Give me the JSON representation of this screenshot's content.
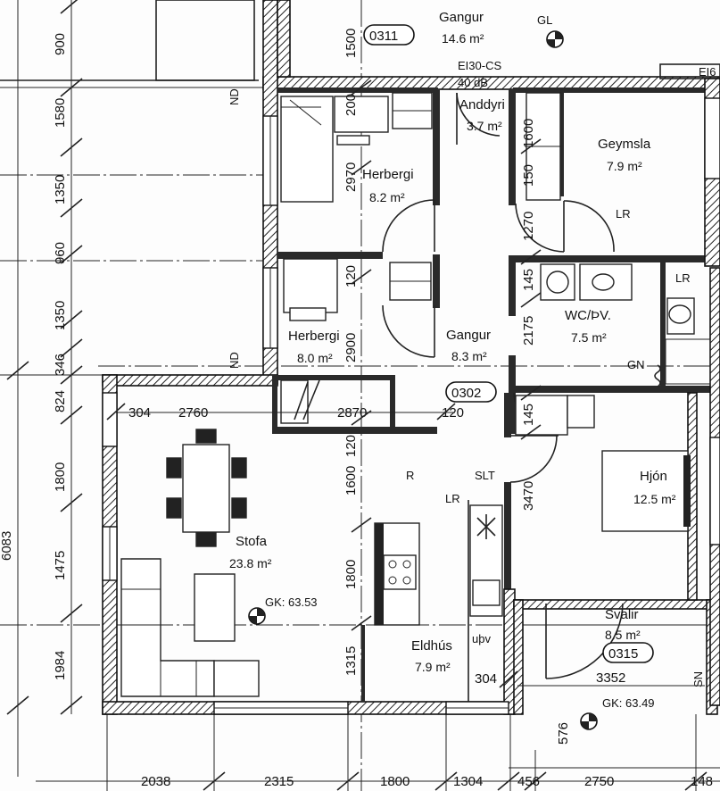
{
  "rooms": [
    {
      "id": "gangur-top",
      "name": "Gangur",
      "area": "14.6 m²"
    },
    {
      "id": "anddyri",
      "name": "Anddyri",
      "area": "3.7 m²"
    },
    {
      "id": "geymsla",
      "name": "Geymsla",
      "area": "7.9 m²"
    },
    {
      "id": "herbergi-1",
      "name": "Herbergi",
      "area": "8.2 m²"
    },
    {
      "id": "herbergi-2",
      "name": "Herbergi",
      "area": "8.0 m²"
    },
    {
      "id": "gangur",
      "name": "Gangur",
      "area": "8.3 m²"
    },
    {
      "id": "wc",
      "name": "WC/ÞV.",
      "area": "7.5 m²"
    },
    {
      "id": "hjon",
      "name": "Hjón",
      "area": "12.5 m²"
    },
    {
      "id": "stofa",
      "name": "Stofa",
      "area": "23.8 m²"
    },
    {
      "id": "eldhus",
      "name": "Eldhús",
      "area": "7.9 m²"
    },
    {
      "id": "svalir",
      "name": "Svalir",
      "area": "8.5 m²"
    }
  ],
  "unit_tags": [
    "0311",
    "0302",
    "0315"
  ],
  "notes": {
    "door_rating_1": "EI30-CS",
    "door_rating_2": "40 dB",
    "gk_stofa": "GK: 63.53",
    "gk_svalir": "GK: 63.49",
    "lr_geymsla": "LR",
    "lr_wc": "LR",
    "lr_kitchen": "LR",
    "gn": "GN",
    "slt": "SLT",
    "r": "R",
    "upv": "uþv",
    "nd_1": "ND",
    "nd_2": "ND",
    "sn": "SN",
    "gl": "GL",
    "ei_right": "EI6"
  },
  "left_dims": [
    "900",
    "1580",
    "1350",
    "960",
    "1350",
    "346",
    "824",
    "1800",
    "1475",
    "1984"
  ],
  "left_total": "6083",
  "bottom_dims": [
    "2038",
    "2315",
    "1800",
    "1304",
    "456",
    "2750",
    "148"
  ],
  "inner_dims": {
    "d1500": "1500",
    "d200": "200",
    "d2970": "2970",
    "d1600a": "1600",
    "d150": "150",
    "d1270": "1270",
    "d120a": "120",
    "d145a": "145",
    "d2175": "2175",
    "d2900": "2900",
    "d304a": "304",
    "d2760": "2760",
    "d2870": "2870",
    "d120b": "120",
    "d120c": "120",
    "d1600b": "1600",
    "d145b": "145",
    "d3470": "3470",
    "d1800b": "1800",
    "d1315": "1315",
    "d304b": "304",
    "d3352": "3352",
    "d576": "576"
  }
}
